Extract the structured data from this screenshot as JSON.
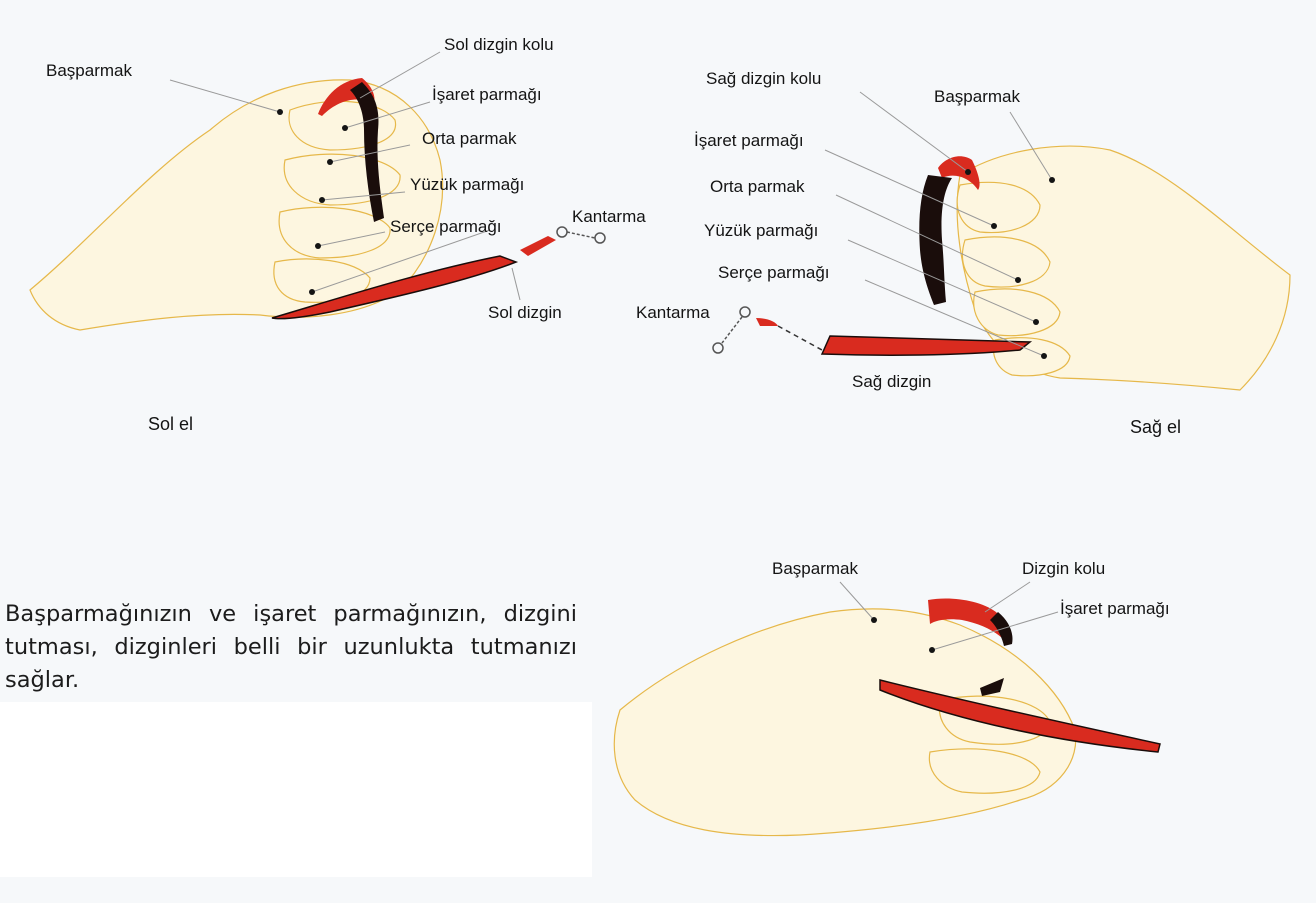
{
  "colors": {
    "background": "#f6f8fa",
    "rein_red": "#d92b1f",
    "rein_dark": "#1a0d0b",
    "hand_outline": "#e6b84a",
    "hand_fill": "#fdf6e0",
    "leader_line": "#9a9a9a"
  },
  "left_hand": {
    "title": "Sol el",
    "labels": {
      "rein_handle": "Sol dizgin kolu",
      "thumb": "Başparmak",
      "index": "İşaret parmağı",
      "middle": "Orta parmak",
      "ring": "Yüzük parmağı",
      "pinky": "Serçe parmağı",
      "bit": "Kantarma",
      "rein": "Sol dizgin"
    }
  },
  "right_hand": {
    "title": "Sağ el",
    "labels": {
      "rein_handle": "Sağ dizgin kolu",
      "thumb": "Başparmak",
      "index": "İşaret parmağı",
      "middle": "Orta parmak",
      "ring": "Yüzük parmağı",
      "pinky": "Serçe parmağı",
      "bit": "Kantarma",
      "rein": "Sağ dizgin"
    }
  },
  "bottom_hand": {
    "labels": {
      "thumb": "Başparmak",
      "rein_handle": "Dizgin kolu",
      "index": "İşaret parmağı"
    }
  },
  "caption": "Başparmağınızın ve işaret parmağınızın, dizgini tutması, dizginleri belli bir uzunlukta tutmanızı sağlar."
}
